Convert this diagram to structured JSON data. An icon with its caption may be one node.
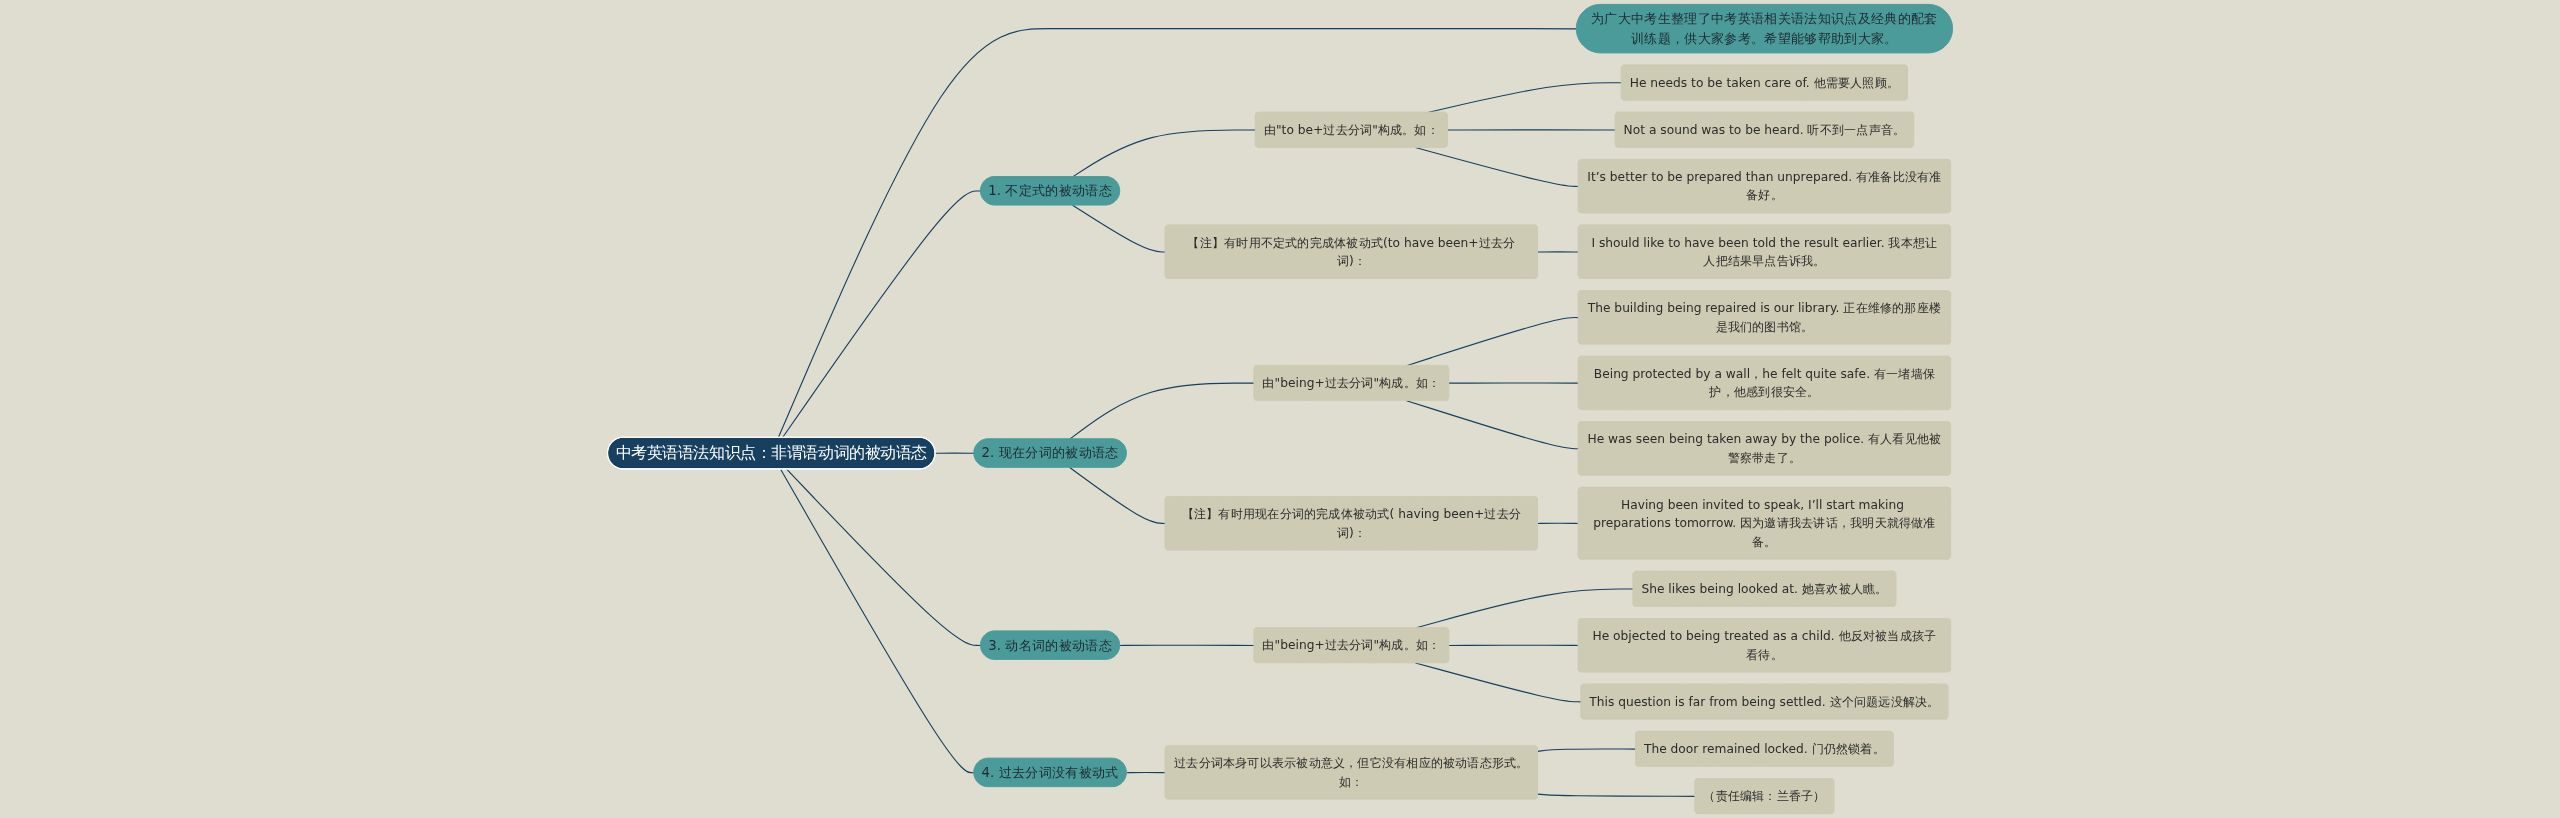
{
  "diagram": {
    "nodes": [
      {
        "text": [
          "中考英语语法知识点：非谓语动词的被动语态"
        ]
      },
      {
        "text": [
          "为广大中考生整理了中考英语相关语法知识点及经典的配套训练题，供大家参考。希望能够帮助到大家。"
        ]
      },
      {
        "text": [
          "1. 不定式的被动语态"
        ]
      },
      {
        "text": [
          "由\"to be+过去分词\"构成。如："
        ]
      },
      {
        "text": [
          "He needs to be taken care of. 他需要人照顾。"
        ]
      },
      {
        "text": [
          "Not a sound was to be heard. 听不到一点声音。"
        ]
      },
      {
        "text": [
          "It’s better to be prepared than unprepared. 有准备比没有准备好。"
        ]
      },
      {
        "text": [
          "【注】有时用不定式的完成体被动式(to have been+过去分词)："
        ]
      },
      {
        "text": [
          "I should like to have been told the result earlier. 我本想让人把结果早点告诉我。"
        ]
      },
      {
        "text": [
          "2. 现在分词的被动语态"
        ]
      },
      {
        "text": [
          "由\"being+过去分词\"构成。如："
        ]
      },
      {
        "text": [
          "The building being repaired is our library. 正在维修的那座楼是我们的图书馆。"
        ]
      },
      {
        "text": [
          "Being protected by a wall，he felt quite safe. 有一堵墙保护，他感到很安全。"
        ]
      },
      {
        "text": [
          "He was seen being taken away by the police. 有人看见他被警察带走了。"
        ]
      },
      {
        "text": [
          "【注】有时用现在分词的完成体被动式( having been+过去分词)："
        ]
      },
      {
        "text": [
          "Having been invited to speak, I’ll start making preparations tomorrow. 因为邀请我去讲话，我明天就得做准备。"
        ]
      },
      {
        "text": [
          "3. 动名词的被动语态"
        ]
      },
      {
        "text": [
          "由\"being+过去分词\"构成。如："
        ]
      },
      {
        "text": [
          "She likes being looked at. 她喜欢被人瞧。"
        ]
      },
      {
        "text": [
          "He objected to being treated as a child. 他反对被当成孩子看待。"
        ]
      },
      {
        "text": [
          "This question is far from being settled. 这个问题远没解决。"
        ]
      },
      {
        "text": [
          "4. 过去分词没有被动式"
        ]
      },
      {
        "text": [
          "过去分词本身可以表示被动意义，但它没有相应的被动语态形式。如："
        ]
      },
      {
        "text": [
          "The door remained locked. 门仍然锁着。"
        ]
      },
      {
        "text": [
          "（责任编辑：兰香子）"
        ]
      }
    ],
    "edges": [
      {
        "from": 0,
        "to": 1,
        "arrow": "none"
      },
      {
        "from": 0,
        "to": 2,
        "arrow": "none"
      },
      {
        "from": 2,
        "to": 3,
        "arrow": "none"
      },
      {
        "from": 3,
        "to": 4,
        "arrow": "none"
      },
      {
        "from": 3,
        "to": 5,
        "arrow": "none"
      },
      {
        "from": 3,
        "to": 6,
        "arrow": "none"
      },
      {
        "from": 2,
        "to": 7,
        "arrow": "none"
      },
      {
        "from": 7,
        "to": 8,
        "arrow": "none"
      },
      {
        "from": 0,
        "to": 9,
        "arrow": "none"
      },
      {
        "from": 9,
        "to": 10,
        "arrow": "none"
      },
      {
        "from": 10,
        "to": 11,
        "arrow": "none"
      },
      {
        "from": 10,
        "to": 12,
        "arrow": "none"
      },
      {
        "from": 10,
        "to": 13,
        "arrow": "none"
      },
      {
        "from": 9,
        "to": 14,
        "arrow": "none"
      },
      {
        "from": 14,
        "to": 15,
        "arrow": "none"
      },
      {
        "from": 0,
        "to": 16,
        "arrow": "none"
      },
      {
        "from": 16,
        "to": 17,
        "arrow": "none"
      },
      {
        "from": 17,
        "to": 18,
        "arrow": "none"
      },
      {
        "from": 17,
        "to": 19,
        "arrow": "none"
      },
      {
        "from": 17,
        "to": 20,
        "arrow": "none"
      },
      {
        "from": 0,
        "to": 21,
        "arrow": "none"
      },
      {
        "from": 21,
        "to": 22,
        "arrow": "none"
      },
      {
        "from": 22,
        "to": 23,
        "arrow": "none"
      },
      {
        "from": 22,
        "to": 24,
        "arrow": "none"
      }
    ]
  }
}
